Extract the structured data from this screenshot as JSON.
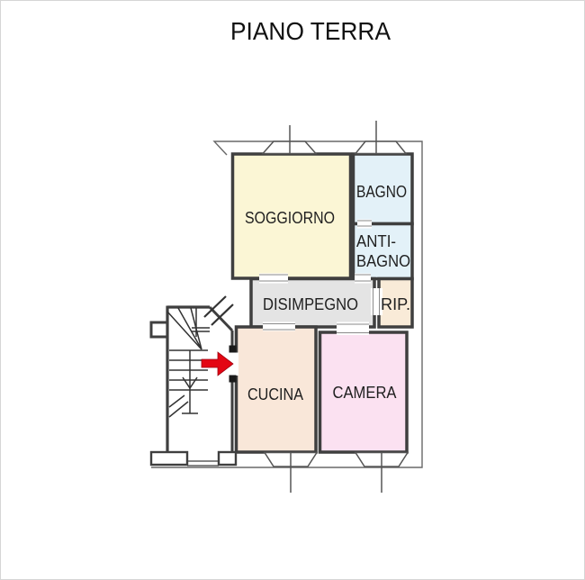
{
  "title": "PIANO TERRA",
  "plan": {
    "rooms": {
      "soggiorno": {
        "label": "SOGGIORNO",
        "fill": "#FBF6D5"
      },
      "bagno": {
        "label": "BAGNO",
        "fill": "#E3F1F8"
      },
      "antibagno": {
        "label_line1": "ANTI-",
        "label_line2": "BAGNO",
        "fill": "#E3F1F8"
      },
      "disimpegno": {
        "label": "DISIMPEGNO",
        "fill": "#E4E4E4"
      },
      "rip": {
        "label": "RIP.",
        "fill": "#F9EBD8"
      },
      "cucina": {
        "label": "CUCINA",
        "fill": "#F9E7D9"
      },
      "camera": {
        "label": "CAMERA",
        "fill": "#FBE1F1"
      }
    },
    "colors": {
      "wall": "#3F3F3F",
      "building_outline": "#686868",
      "entrance_arrow": "#E30613"
    }
  }
}
